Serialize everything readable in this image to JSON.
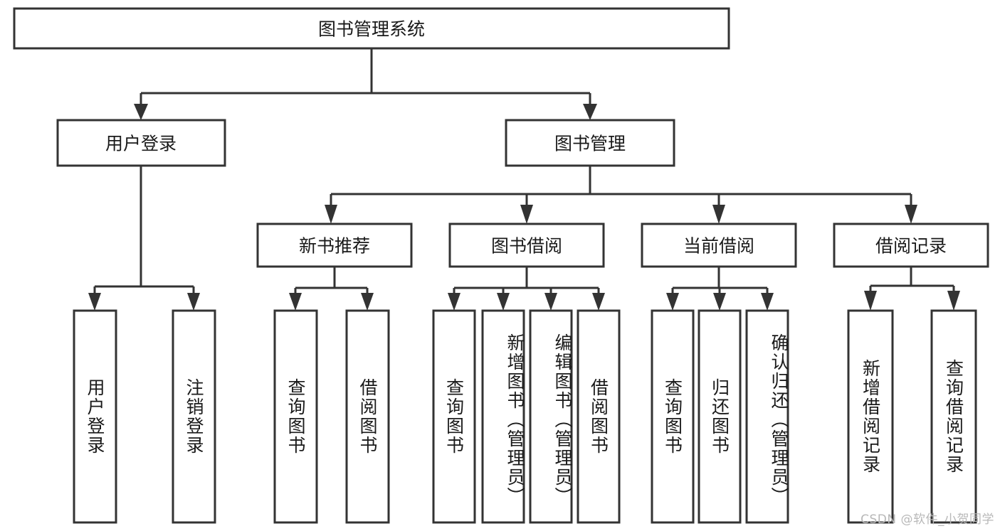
{
  "diagram": {
    "type": "tree-hierarchy",
    "title": "图书管理系统",
    "orientation": "top-down",
    "colors": {
      "stroke": "#333333",
      "box_fill": "#ffffff",
      "text": "#1a1a1a",
      "background": "#ffffff",
      "watermark": "#b8b8b8"
    },
    "levels": [
      {
        "level": 1,
        "nodes": [
          {
            "id": "root",
            "label": "图书管理系统",
            "orientation": "horizontal"
          }
        ]
      },
      {
        "level": 2,
        "nodes": [
          {
            "id": "login",
            "label": "用户登录",
            "orientation": "horizontal",
            "parent": "root"
          },
          {
            "id": "bookmgmt",
            "label": "图书管理",
            "orientation": "horizontal",
            "parent": "root"
          }
        ]
      },
      {
        "level": 3,
        "nodes": [
          {
            "id": "newbook",
            "label": "新书推荐",
            "orientation": "horizontal",
            "parent": "bookmgmt"
          },
          {
            "id": "borrow",
            "label": "图书借阅",
            "orientation": "horizontal",
            "parent": "bookmgmt"
          },
          {
            "id": "current",
            "label": "当前借阅",
            "orientation": "horizontal",
            "parent": "bookmgmt"
          },
          {
            "id": "records",
            "label": "借阅记录",
            "orientation": "horizontal",
            "parent": "bookmgmt"
          }
        ]
      },
      {
        "level": 4,
        "nodes": [
          {
            "id": "leaf-1",
            "label": "用户登录",
            "orientation": "vertical",
            "parent": "login"
          },
          {
            "id": "leaf-2",
            "label": "注销登录",
            "orientation": "vertical",
            "parent": "login"
          },
          {
            "id": "leaf-3",
            "label": "查询图书",
            "orientation": "vertical",
            "parent": "newbook"
          },
          {
            "id": "leaf-4",
            "label": "借阅图书",
            "orientation": "vertical",
            "parent": "newbook"
          },
          {
            "id": "leaf-5",
            "label": "查询图书",
            "orientation": "vertical",
            "parent": "borrow"
          },
          {
            "id": "leaf-6",
            "label": "新增图书（管理员）",
            "orientation": "vertical",
            "parent": "borrow"
          },
          {
            "id": "leaf-7",
            "label": "编辑图书（管理员）",
            "orientation": "vertical",
            "parent": "borrow"
          },
          {
            "id": "leaf-8",
            "label": "借阅图书",
            "orientation": "vertical",
            "parent": "borrow"
          },
          {
            "id": "leaf-9",
            "label": "查询图书",
            "orientation": "vertical",
            "parent": "current"
          },
          {
            "id": "leaf-10",
            "label": "归还图书",
            "orientation": "vertical",
            "parent": "current"
          },
          {
            "id": "leaf-11",
            "label": "确认归还（管理员）",
            "orientation": "vertical",
            "parent": "current"
          },
          {
            "id": "leaf-12",
            "label": "新增借阅记录",
            "orientation": "vertical",
            "parent": "records"
          },
          {
            "id": "leaf-13",
            "label": "查询借阅记录",
            "orientation": "vertical",
            "parent": "records"
          }
        ]
      }
    ]
  },
  "watermark": {
    "text": "CSDN @软件_小贺同学"
  }
}
